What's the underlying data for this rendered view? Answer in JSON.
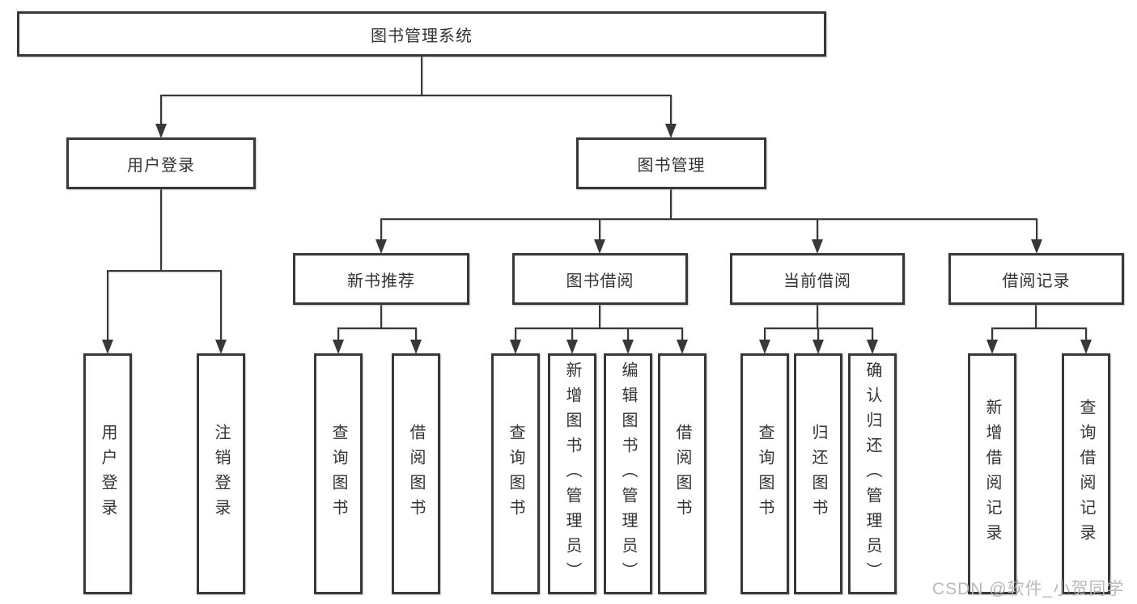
{
  "diagram_type": "hierarchy-tree",
  "colors": {
    "background": "#ffffff",
    "box_border": "#383838",
    "connector": "#383838",
    "text": "#333333",
    "watermark": "#b9b9b9"
  },
  "tree": {
    "label": "图书管理系统",
    "children": [
      {
        "label": "用户登录",
        "children": [
          {
            "label": "用户登录"
          },
          {
            "label": "注销登录"
          }
        ]
      },
      {
        "label": "图书管理",
        "children": [
          {
            "label": "新书推荐",
            "children": [
              {
                "label": "查询图书"
              },
              {
                "label": "借阅图书"
              }
            ]
          },
          {
            "label": "图书借阅",
            "children": [
              {
                "label": "查询图书"
              },
              {
                "label": "新增图书（管理员）"
              },
              {
                "label": "编辑图书（管理员）"
              },
              {
                "label": "借阅图书"
              }
            ]
          },
          {
            "label": "当前借阅",
            "children": [
              {
                "label": "查询图书"
              },
              {
                "label": "归还图书"
              },
              {
                "label": "确认归还（管理员）"
              }
            ]
          },
          {
            "label": "借阅记录",
            "children": [
              {
                "label": "新增借阅记录"
              },
              {
                "label": "查询借阅记录"
              }
            ]
          }
        ]
      }
    ]
  },
  "watermark": {
    "text": "CSDN @软件_小贺同学"
  }
}
